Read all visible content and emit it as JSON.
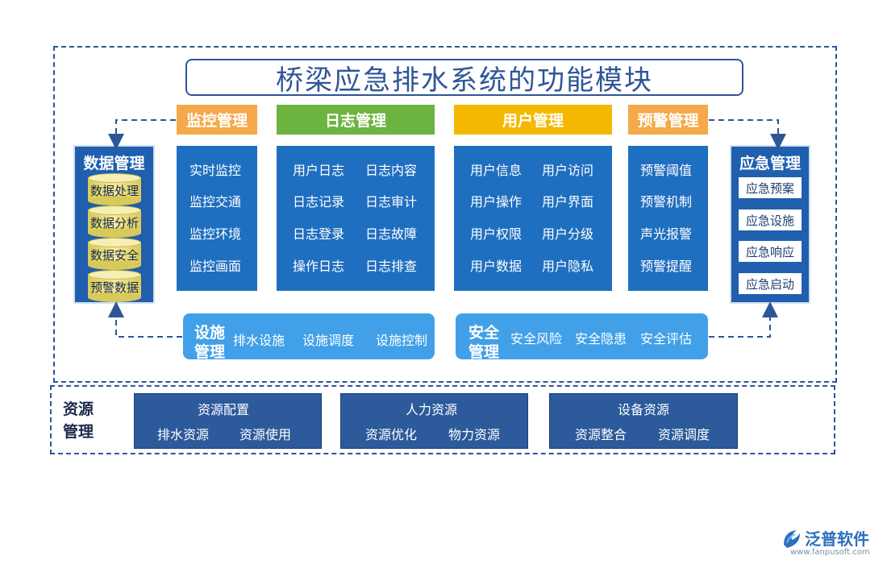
{
  "title": "桥梁应急排水系统的功能模块",
  "colors": {
    "frame": "#2f5597",
    "monitor_header": "#f5a94a",
    "log_header": "#6cb33f",
    "user_header": "#f5b800",
    "warning_header": "#f5a94a",
    "panel": "#1f6fc0",
    "bottom_bar": "#41a0e8",
    "resource_box": "#2c5a9b"
  },
  "data_mgmt": {
    "title": "数据管理",
    "items": [
      "数据处理",
      "数据分析",
      "数据安全",
      "预警数据"
    ]
  },
  "monitor": {
    "header": "监控管理",
    "items": [
      "实时监控",
      "监控交通",
      "监控环境",
      "监控画面"
    ]
  },
  "log": {
    "header": "日志管理",
    "items": [
      "用户日志",
      "日志内容",
      "日志记录",
      "日志审计",
      "日志登录",
      "日志故障",
      "操作日志",
      "日志排查"
    ]
  },
  "user": {
    "header": "用户管理",
    "items": [
      "用户信息",
      "用户访问",
      "用户操作",
      "用户界面",
      "用户权限",
      "用户分级",
      "用户数据",
      "用户隐私"
    ]
  },
  "warning": {
    "header": "预警管理",
    "items": [
      "预警阈值",
      "预警机制",
      "声光报警",
      "预警提醒"
    ]
  },
  "emergency": {
    "title": "应急管理",
    "items": [
      "应急预案",
      "应急设施",
      "应急响应",
      "应急启动"
    ]
  },
  "facility": {
    "title_line1": "设施",
    "title_line2": "管理",
    "items": [
      "排水设施",
      "设施调度",
      "设施控制"
    ]
  },
  "safety": {
    "title_line1": "安全",
    "title_line2": "管理",
    "items": [
      "安全风险",
      "安全隐患",
      "安全评估"
    ]
  },
  "resource": {
    "title_line1": "资源",
    "title_line2": "管理",
    "groups": [
      {
        "title": "资源配置",
        "items": [
          "排水资源",
          "资源使用"
        ]
      },
      {
        "title": "人力资源",
        "items": [
          "资源优化",
          "物力资源"
        ]
      },
      {
        "title": "设备资源",
        "items": [
          "资源整合",
          "资源调度"
        ]
      }
    ]
  },
  "logo": {
    "name": "泛普软件",
    "url": "www.fanpusoft.com"
  }
}
